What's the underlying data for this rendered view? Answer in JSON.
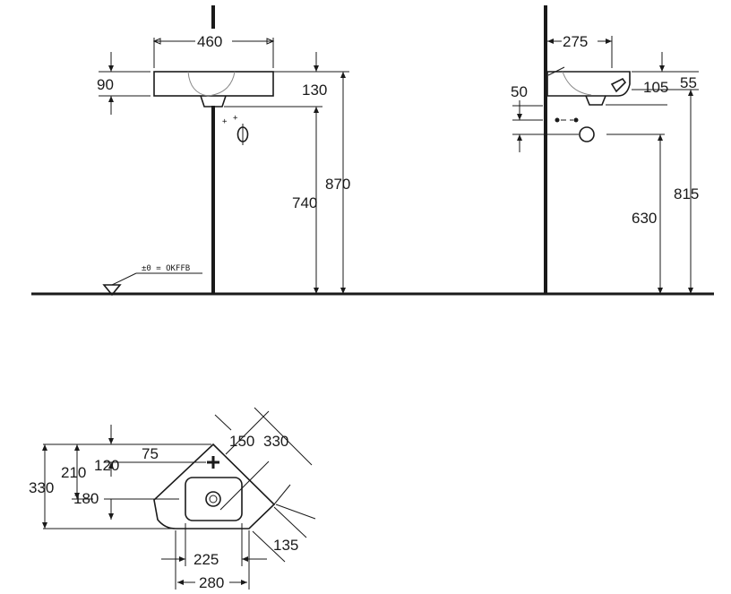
{
  "front_view": {
    "width": "460",
    "basin_height": "90",
    "drain_drop": "130",
    "outlet_height": "740",
    "rim_height": "870",
    "floor_reference": "±0 = OKFFB"
  },
  "side_view": {
    "depth": "275",
    "tap_hole_offset": "50",
    "drain_depth": "105",
    "rim_thickness": "55",
    "outlet_height": "630",
    "rim_height": "815"
  },
  "plan_view": {
    "overall_depth": "330",
    "drain_position": "210",
    "tap_position": "120",
    "tap_offset": "75",
    "bowl_depth": "180",
    "diagonal_inner": "150",
    "diagonal_outer": "330",
    "side_length": "135",
    "bowl_width": "225",
    "overall_width": "280"
  }
}
